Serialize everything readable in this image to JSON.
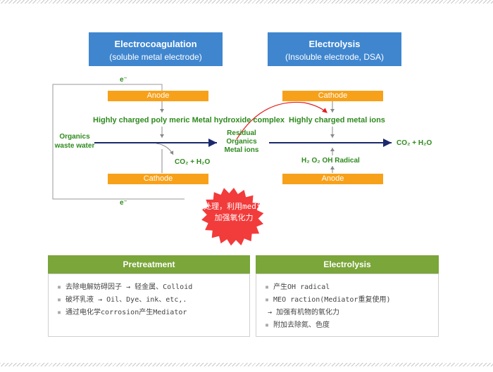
{
  "left_title": {
    "line1": "Electrocoagulation",
    "line2": "(soluble metal electrode)"
  },
  "right_title": {
    "line1": "Electrolysis",
    "line2": "(Insoluble electrode, DSA)"
  },
  "left": {
    "anode": "Anode",
    "cathode": "Cathode",
    "e_top": "e⁻",
    "e_bottom": "e⁻",
    "complex": "Highly charged poly meric Metal hydroxide complex",
    "organics_l1": "Organics",
    "organics_l2": "waste water",
    "co2": "CO₂ + H₂O"
  },
  "middle": {
    "l1": "Residual",
    "l2": "Organics",
    "l3": "Metal ions"
  },
  "right": {
    "cathode": "Cathode",
    "anode": "Anode",
    "metal_ions": "Highly charged metal ions",
    "radical": "H₂ O₂ OH Radical",
    "co2": "CO₂ + H₂O"
  },
  "star": {
    "line1": "连接处理，利用mediator",
    "line2": "加强氧化力"
  },
  "pretreatment": {
    "title": "Pretreatment",
    "items": [
      "去除电解妨碍因子 → 轻金属、Colloid",
      "破坏乳液 → Oil、Dye、ink、etc,.",
      "通过电化学corrosion产生Mediator"
    ]
  },
  "electrolysis_panel": {
    "title": "Electrolysis",
    "items": [
      "产生OH radical",
      "MEO raction(Mediator重复使用)",
      "→ 加强有机物的氧化力",
      "附加去除氮、色度"
    ]
  },
  "colors": {
    "title_blue": "#3f86cf",
    "electrode_orange": "#f7a11a",
    "text_green": "#2f8a1e",
    "panel_green": "#7aa63a",
    "star_red": "#f23b3b",
    "flow_navy": "#1b2a6e"
  }
}
